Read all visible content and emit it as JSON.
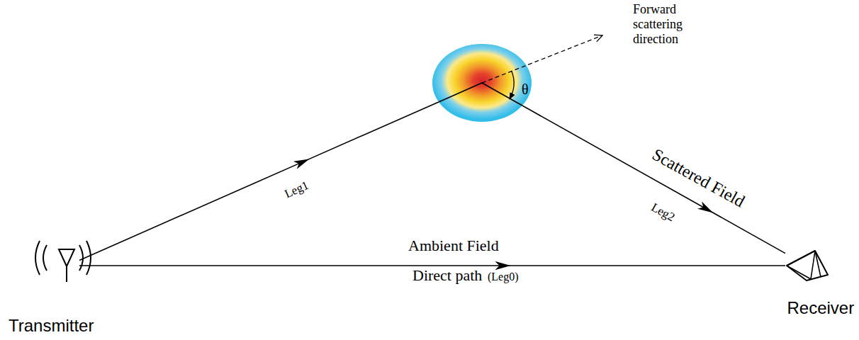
{
  "diagram": {
    "nodes": [
      {
        "text": [
          "Transmitter"
        ]
      },
      {
        "text": []
      },
      {
        "text": [
          "Receiver"
        ]
      }
    ],
    "edges": [
      {
        "from": 0,
        "to": 1,
        "arrow": "to",
        "label": "Leg1"
      },
      {
        "from": 1,
        "to": 2,
        "arrow": "to",
        "label": "Leg2"
      },
      {
        "from": 0,
        "to": 2,
        "arrow": "to",
        "label": "Ambient Field"
      }
    ],
    "labels": [
      "Forward scattering direction",
      "θ",
      "Scattered Field",
      "Direct path",
      "(Leg0)"
    ]
  }
}
